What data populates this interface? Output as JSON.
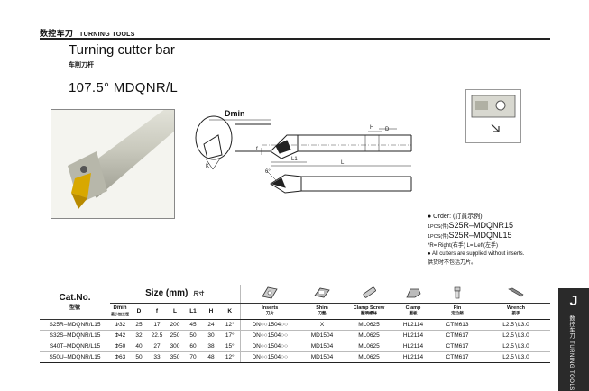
{
  "header": {
    "zh": "数控车刀",
    "en": "TURNING TOOLS"
  },
  "title": {
    "en": "Turning cutter bar",
    "zh": "车削刀杆"
  },
  "model": "107.5°  MDQNR/L",
  "diagram": {
    "dmin_label": "Dmin",
    "dim_labels": [
      "H",
      "D",
      "L1",
      "L",
      "f",
      "6°",
      "K"
    ]
  },
  "order": {
    "line1": "● Order: (訂貨示例)",
    "line2_prefix": "1PCS(件)",
    "line2_code": "S25R–MDQNR15",
    "line3_prefix": "1PCS(件)",
    "line3_code": "S25R–MDQNL15",
    "line4": "*R= Right(右手)   L= Left(左手)",
    "line5": "● All cutters are supplied without inserts.",
    "line6": "供货时不包括刀片。"
  },
  "table": {
    "cat_no": "Cat.No.",
    "cat_no_zh": "型號",
    "size_header": "Size (mm)",
    "size_unit": "尺寸",
    "dmin": "Dmin",
    "dmin_zh": "最小加工徑",
    "dims": [
      "D",
      "f",
      "L",
      "L1",
      "H",
      "K"
    ],
    "accessories": [
      {
        "en": "Inserts",
        "zh": "刀片",
        "icon": "insert-icon"
      },
      {
        "en": "Shim",
        "zh": "刀墊",
        "icon": "shim-icon"
      },
      {
        "en": "Clamp Screw",
        "zh": "壓頭螺絲",
        "icon": "clamp-screw-icon"
      },
      {
        "en": "Clamp",
        "zh": "壓板",
        "icon": "clamp-icon"
      },
      {
        "en": "Pin",
        "zh": "定位銷",
        "icon": "pin-icon"
      },
      {
        "en": "Wrench",
        "zh": "扳手",
        "icon": "wrench-icon"
      }
    ],
    "rows": [
      [
        "S25R–MDQNR/L15",
        "Φ32",
        "25",
        "17",
        "200",
        "45",
        "24",
        "12°",
        "DN○○1504○○",
        "X",
        "ML0625",
        "HL2114",
        "CTM613",
        "L2.5∖L3.0"
      ],
      [
        "S32S–MDQNR/L15",
        "Φ42",
        "32",
        "22.5",
        "250",
        "50",
        "30",
        "17°",
        "DN○○1504○○",
        "MD1504",
        "ML0625",
        "HL2114",
        "CTM617",
        "L2.5∖L3.0"
      ],
      [
        "S40T–MDQNR/L15",
        "Φ50",
        "40",
        "27",
        "300",
        "60",
        "38",
        "15°",
        "DN○○1504○○",
        "MD1504",
        "ML0625",
        "HL2114",
        "CTM617",
        "L2.5∖L3.0"
      ],
      [
        "S50U–MDQNR/L15",
        "Φ63",
        "50",
        "33",
        "350",
        "70",
        "48",
        "12°",
        "DN○○1504○○",
        "MD1504",
        "ML0625",
        "HL2114",
        "CTM617",
        "L2.5∖L3.0"
      ]
    ]
  },
  "side_tab": {
    "letter": "J",
    "text": "数控车刀 TURNING TOOLS"
  }
}
